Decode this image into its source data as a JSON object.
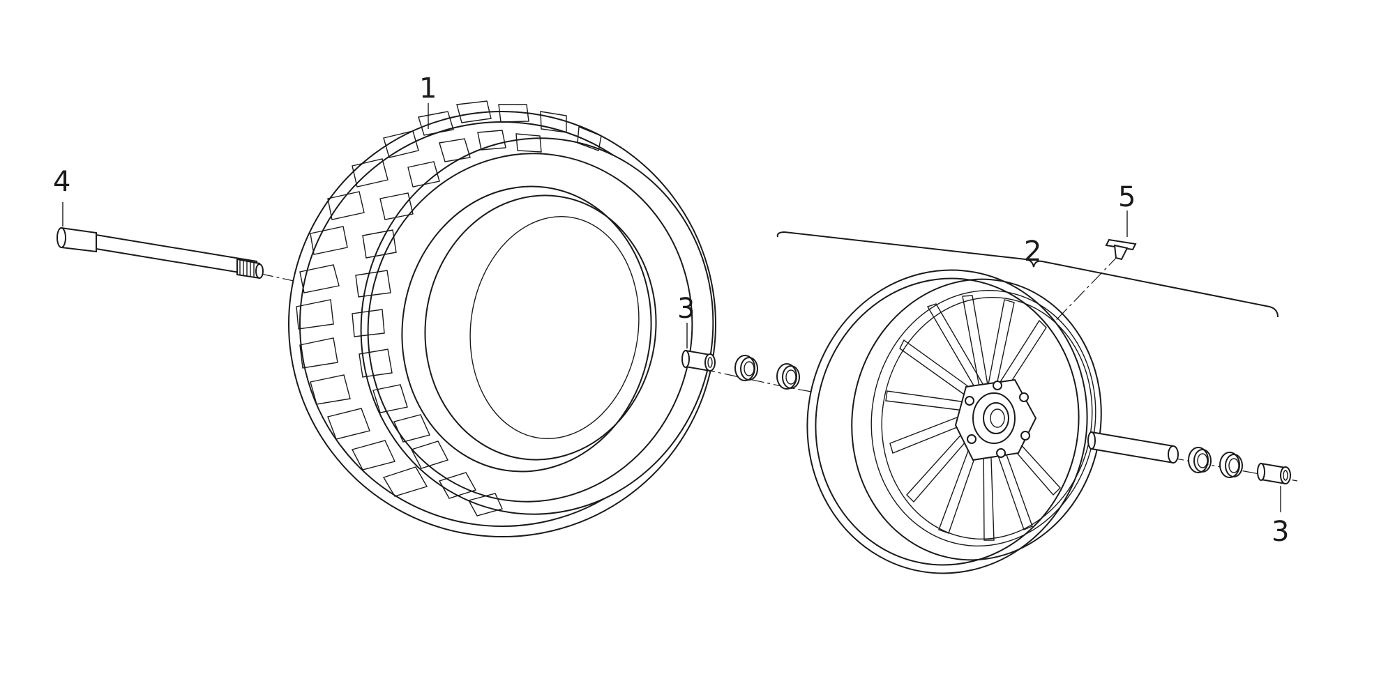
{
  "callouts": {
    "tire": "1",
    "wheel_assembly": "2",
    "spacer_left": "3",
    "spacer_right": "3",
    "axle": "4",
    "valve": "5"
  },
  "colors": {
    "line": "#1a1a1a",
    "background": "#ffffff"
  }
}
